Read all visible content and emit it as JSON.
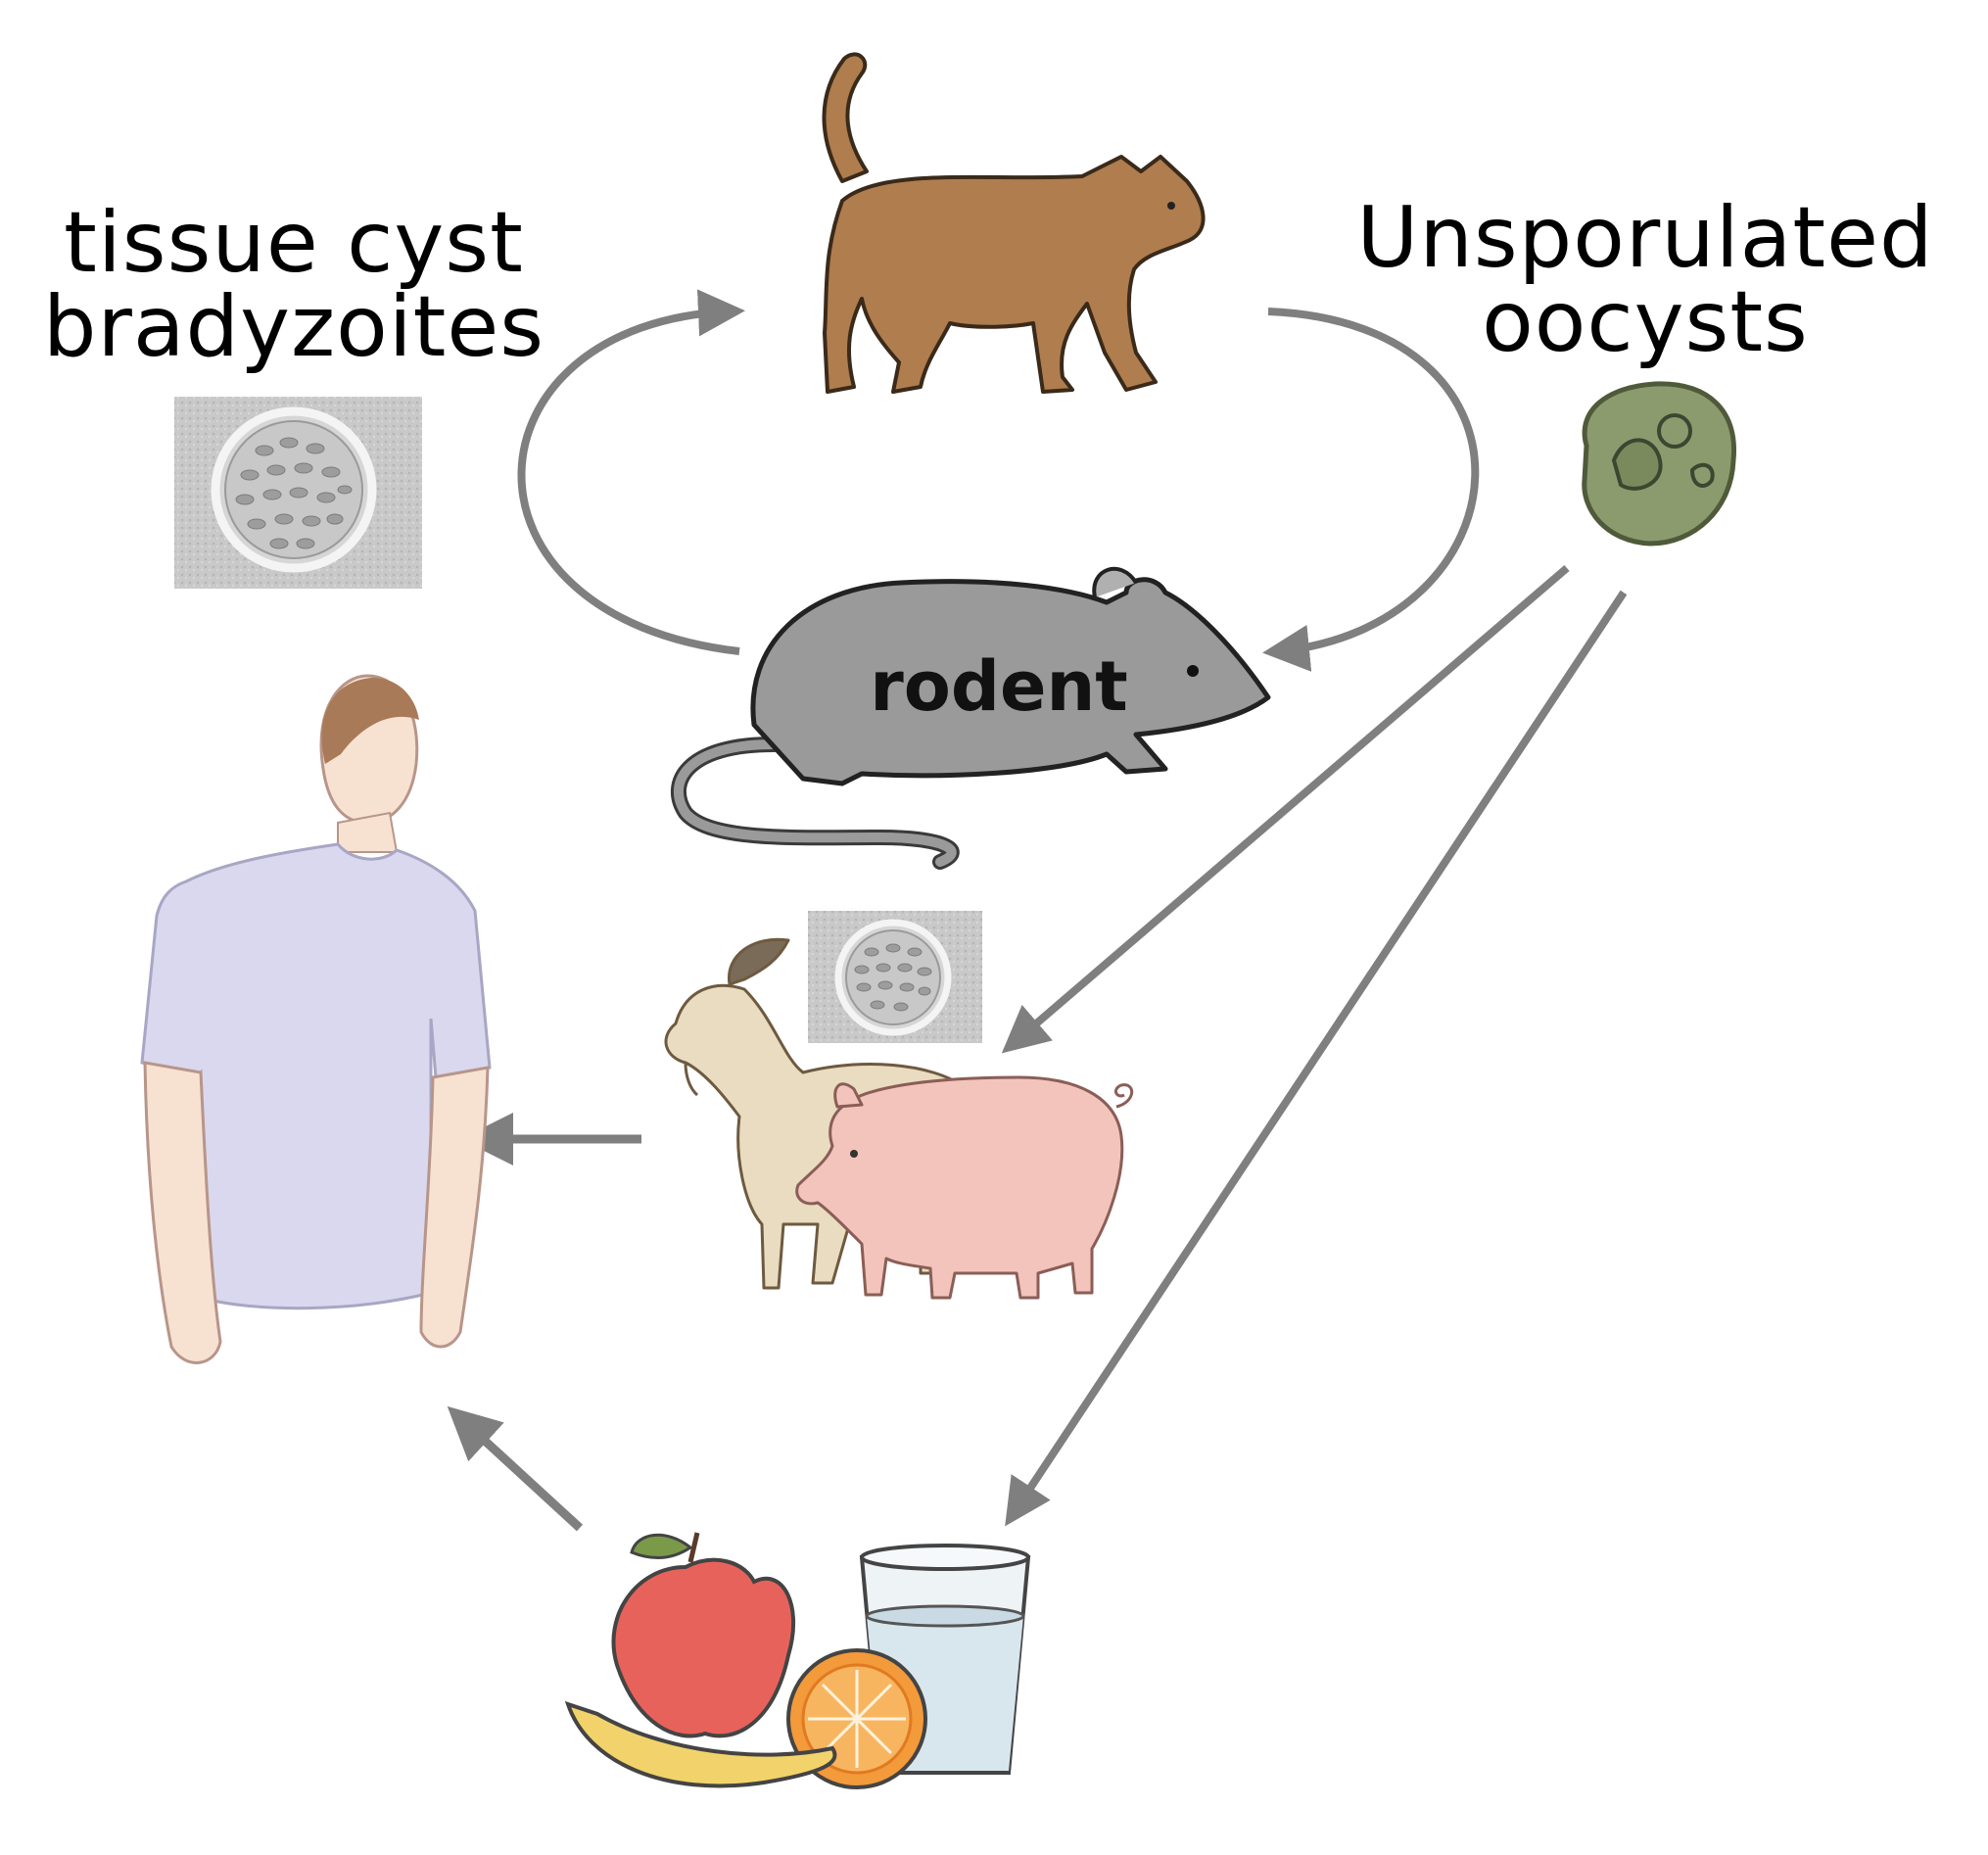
{
  "labels": {
    "tissue_cyst_line1": "tissue cyst",
    "tissue_cyst_line2": "bradyzoites",
    "oocysts_line1": "Unsporulated",
    "oocysts_line2": "oocysts",
    "rodent": "rodent"
  },
  "colors": {
    "arrow": "#7f7f7f",
    "cat": "#b07d4e",
    "rodent": "#9a9a9a",
    "oocyst": "#8c9b6e",
    "shirt": "#dad8ee",
    "skin": "#f5dcc8",
    "goat": "#e9dcc0",
    "pig": "#f2c4bb",
    "apple": "#e8625c",
    "orange": "#f39a3a",
    "banana": "#f2d36b",
    "water": "#d8e6ee"
  },
  "icons": [
    "cat-icon",
    "rodent-icon",
    "oocyst-icon",
    "tissue-cyst-icon",
    "human-icon",
    "goat-icon",
    "pig-icon",
    "food-and-water-icon"
  ]
}
